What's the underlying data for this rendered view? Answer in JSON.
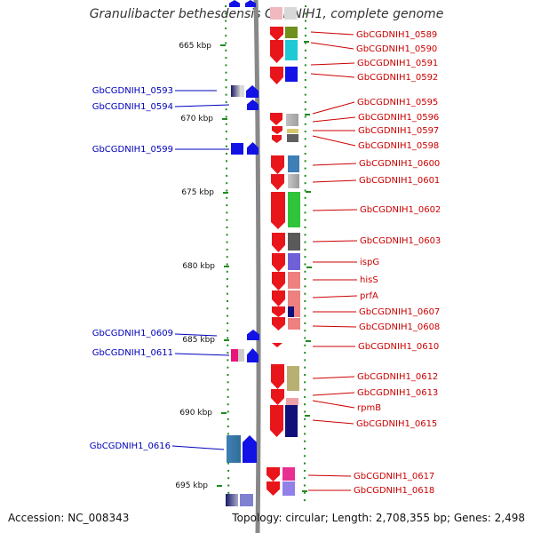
{
  "title": "Granulibacter bethesdensis CGDNIH1, complete genome",
  "accession": "Accession: NC_008343",
  "topology": "Topology: circular; Length: 2,708,355 bp; Genes: 2,498",
  "colors": {
    "forward": "#e8151b",
    "reverse": "#1212e6",
    "backbone": "#888888",
    "ticks": "#1f8a1f",
    "right_labels": "#cc0000",
    "left_labels": "#0000bb"
  },
  "scale_labels": [
    "665 kbp",
    "670 kbp",
    "675 kbp",
    "680 kbp",
    "685 kbp",
    "690 kbp",
    "695 kbp"
  ],
  "right_labels": [
    "GbCGDNIH1_0589",
    "GbCGDNIH1_0590",
    "GbCGDNIH1_0591",
    "GbCGDNIH1_0592",
    "GbCGDNIH1_0595",
    "GbCGDNIH1_0596",
    "GbCGDNIH1_0597",
    "GbCGDNIH1_0598",
    "GbCGDNIH1_0600",
    "GbCGDNIH1_0601",
    "GbCGDNIH1_0602",
    "GbCGDNIH1_0603",
    "ispG",
    "hisS",
    "prfA",
    "GbCGDNIH1_0607",
    "GbCGDNIH1_0608",
    "GbCGDNIH1_0610",
    "GbCGDNIH1_0612",
    "GbCGDNIH1_0613",
    "rpmB",
    "GbCGDNIH1_0615",
    "GbCGDNIH1_0617",
    "GbCGDNIH1_0618"
  ],
  "left_labels": [
    "GbCGDNIH1_0593",
    "GbCGDNIH1_0594",
    "GbCGDNIH1_0599",
    "GbCGDNIH1_0609",
    "GbCGDNIH1_0611",
    "GbCGDNIH1_0616"
  ]
}
